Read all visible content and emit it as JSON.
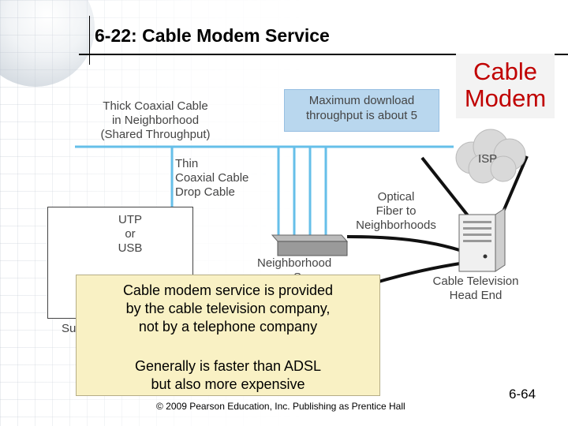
{
  "slide": {
    "title": "6-22: Cable Modem Service",
    "corner_label": "Cable\nModem",
    "footer": "© 2009 Pearson Education, Inc.  Publishing as Prentice Hall",
    "page_number": "6-64"
  },
  "diagram": {
    "thick_coax_label": "Thick Coaxial Cable\nin Neighborhood\n(Shared Throughput)",
    "max_download_label": "Maximum download\nthroughput is about 5",
    "thin_coax_label": "Thin\nCoaxial Cable\nDrop Cable",
    "optical_fiber_label": "Optical\nFiber to\nNeighborhoods",
    "isp_label": "ISP",
    "utp_usb_label": "UTP\nor\nUSB",
    "neighborhood_label": "Neighborhood",
    "neighborhood_partial": "S",
    "cable_head_end_label": "Cable Television\nHead End",
    "subscriber_partial": "Su"
  },
  "callout": {
    "line1": "Cable modem service is provided",
    "line2": "by the cable television company,",
    "line3": "not by a telephone company",
    "line4": "Generally is faster than ADSL",
    "line5": "but also more expensive"
  },
  "colors": {
    "cable_blue": "#66bfe9",
    "fiber_black": "#111111",
    "label_red": "#c00000",
    "callout_fill": "#f9f1c4"
  }
}
